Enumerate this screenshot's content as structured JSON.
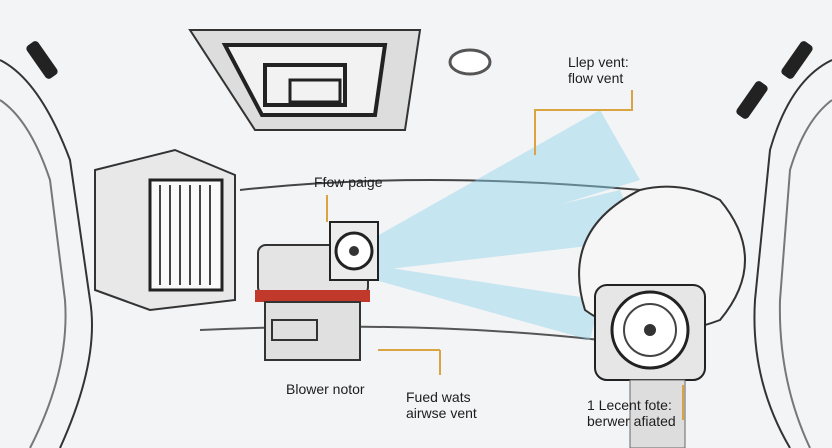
{
  "labels": {
    "top_right": {
      "line1": "Llep vent:",
      "line2": "flow vent"
    },
    "flow": "Ffow paige",
    "blower": "Blower notor",
    "bottom_center": {
      "line1": "Fued wats",
      "line2": "airwse vent"
    },
    "bottom_right": {
      "line1": "1 Lecent fote:",
      "line2": "berwer afiated"
    }
  },
  "colors": {
    "arrow": "#d9a441",
    "airflow": "#8fd3ee",
    "accent_band": "#c0392b"
  }
}
